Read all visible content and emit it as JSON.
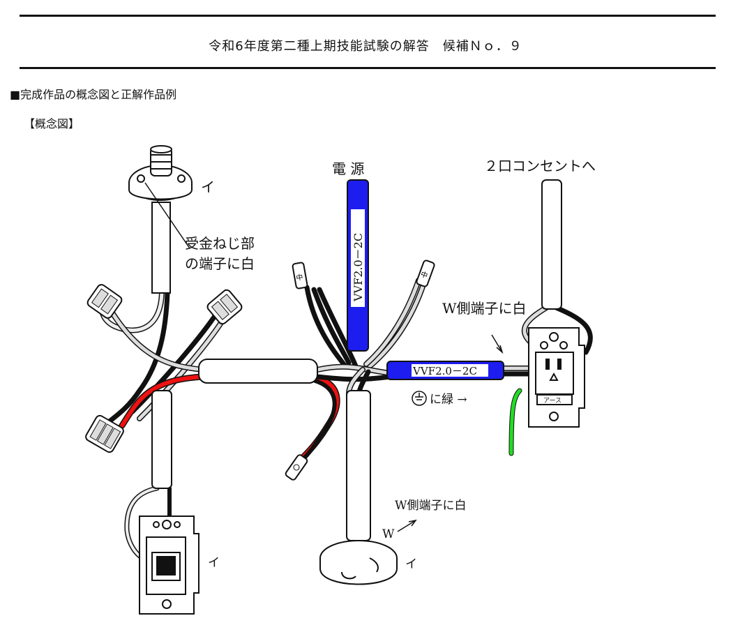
{
  "title": "令和6年度第二種上期技能試験の解答　候補Ｎｏ．９",
  "section_heading": "■完成作品の概念図と正解作品例",
  "figure_label": "【概念図】",
  "labels": {
    "power": "電 源",
    "outlet_dest": "２口コンセントへ",
    "i_lamp": "イ",
    "socket_note_line1": "受金ねじ部",
    "socket_note_line2": "の端子に白",
    "w_side_upper": "W側端子に白",
    "ground_green": "に緑 →",
    "w_side_lower": "W側端子に白",
    "w_mark": "W",
    "i_ceiling": "イ",
    "i_switch": "イ",
    "cable_vertical": "VVF2.0－2C",
    "cable_horizontal": "VVF2.0－2C",
    "earth_label": "アース",
    "sleeve_small": "中"
  },
  "colors": {
    "cable_blue": "#1d1df0",
    "wire_black": "#111111",
    "wire_white": "#e8e8e8",
    "wire_red": "#ee1111",
    "wire_green": "#22dd22"
  }
}
